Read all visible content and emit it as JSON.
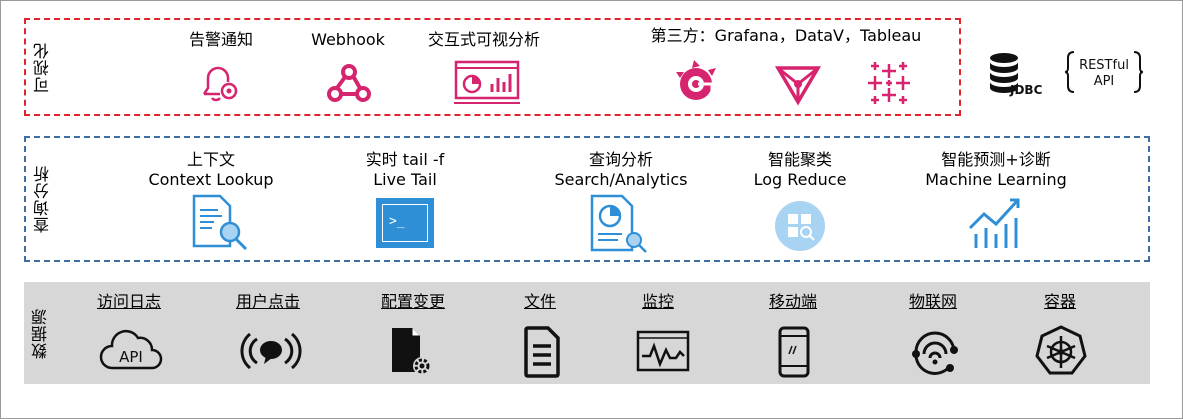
{
  "rows": {
    "vis": "可视化",
    "query": "查询分析",
    "source": "数据源"
  },
  "vis": {
    "alert": "告警通知",
    "webhook": "Webhook",
    "interactive": "交互式可视分析",
    "third_party": "第三方：Grafana，DataV，Tableau"
  },
  "side": {
    "jdbc": "JDBC",
    "restful_top": "RESTful",
    "restful_bottom": "API"
  },
  "query": {
    "context_cn": "上下文",
    "context_en": "Context Lookup",
    "livetail_cn": "实时 tail -f",
    "livetail_en": "Live Tail",
    "search_cn": "查询分析",
    "search_en": "Search/Analytics",
    "logreduce_cn": "智能聚类",
    "logreduce_en": "Log Reduce",
    "ml_cn": "智能预测+诊断",
    "ml_en": "Machine Learning",
    "terminal_prompt": ">_"
  },
  "source": {
    "access_log": "访问日志",
    "user_click": "用户点击",
    "config_change": "配置变更",
    "file": "文件",
    "monitor": "监控",
    "mobile": "移动端",
    "iot": "物联网",
    "container": "容器",
    "api_badge": "API"
  },
  "colors": {
    "vis_border": "#e0242c",
    "query_border": "#3f6ea0",
    "pink": "#d6246e",
    "blue": "#2f8fd6",
    "source_bg": "#d7d7d7"
  }
}
